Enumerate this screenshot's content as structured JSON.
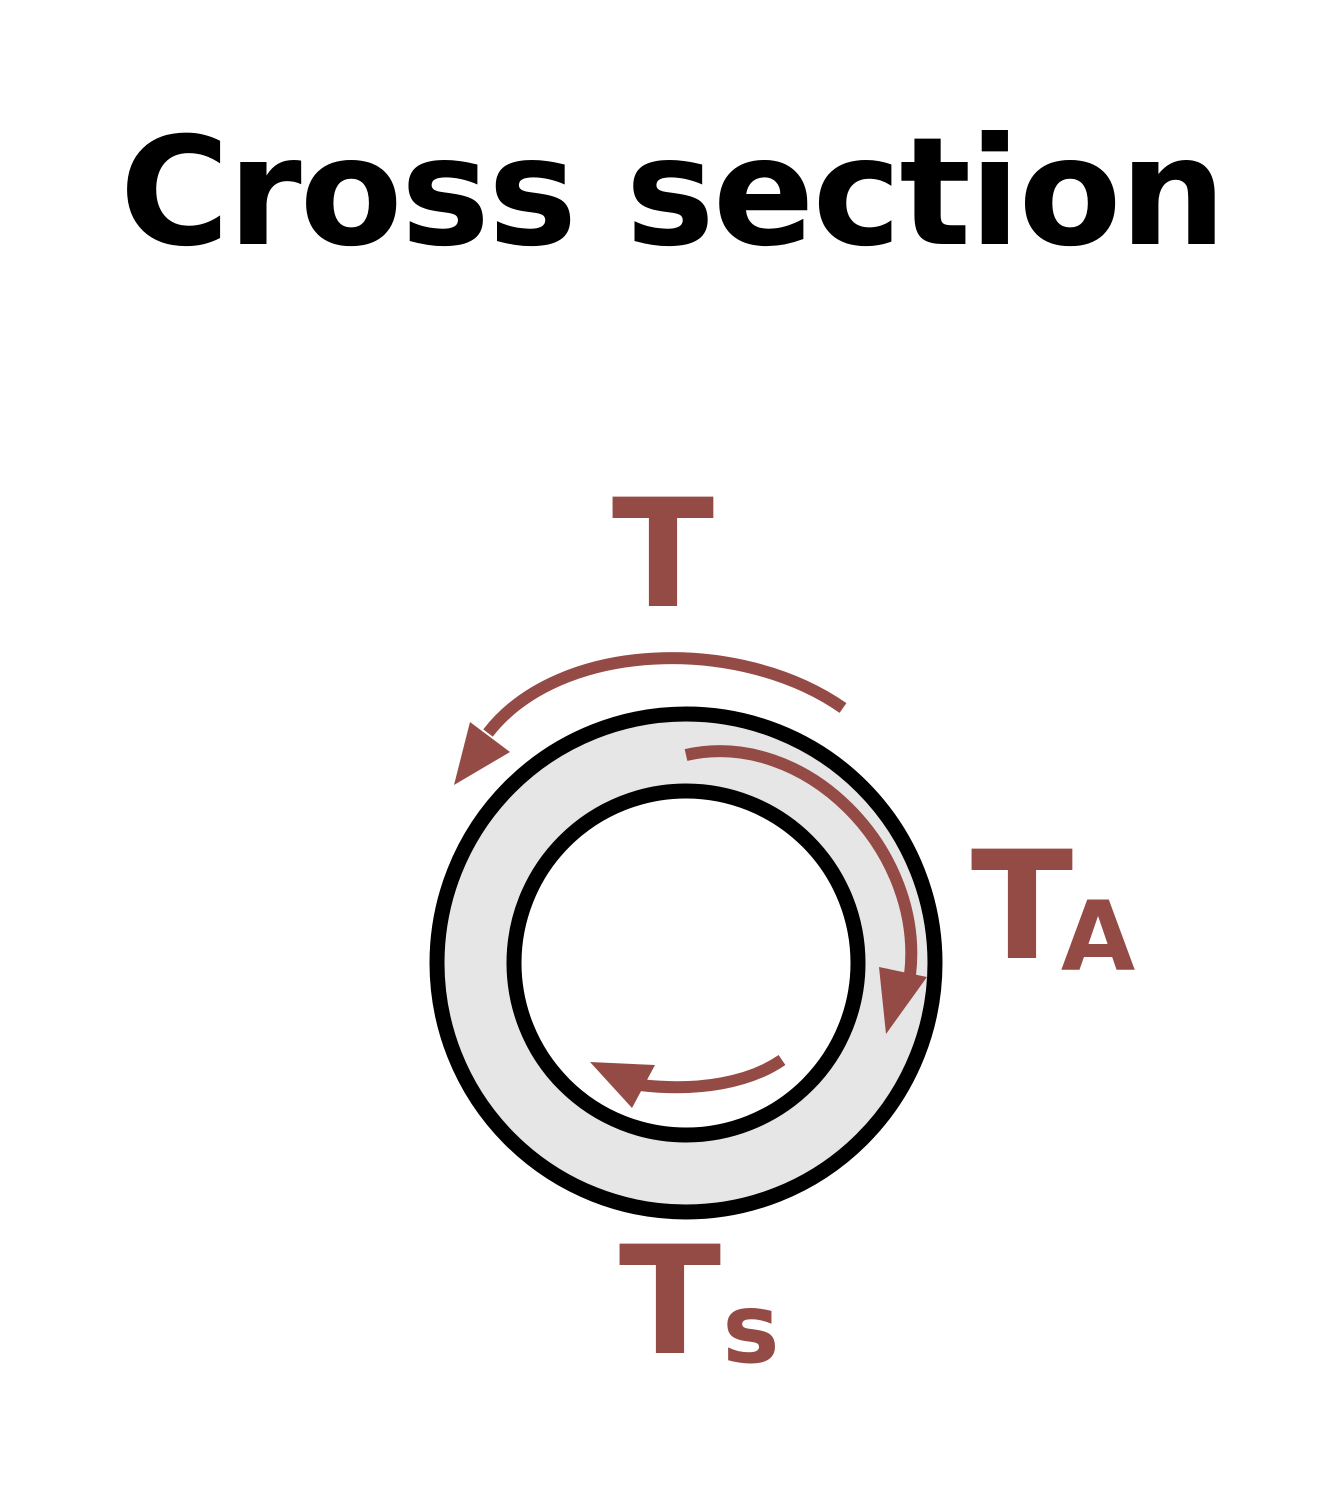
{
  "title": "Cross section",
  "labels": {
    "applied_torque": "T",
    "torque_a_main": "T",
    "torque_a_sub": "A",
    "torque_s_main": "T",
    "torque_s_sub": "s"
  },
  "colors": {
    "torque_arrow": "#954B45",
    "ring_fill": "#E6E6E6",
    "ring_outline": "#000000",
    "title_text": "#000000"
  }
}
